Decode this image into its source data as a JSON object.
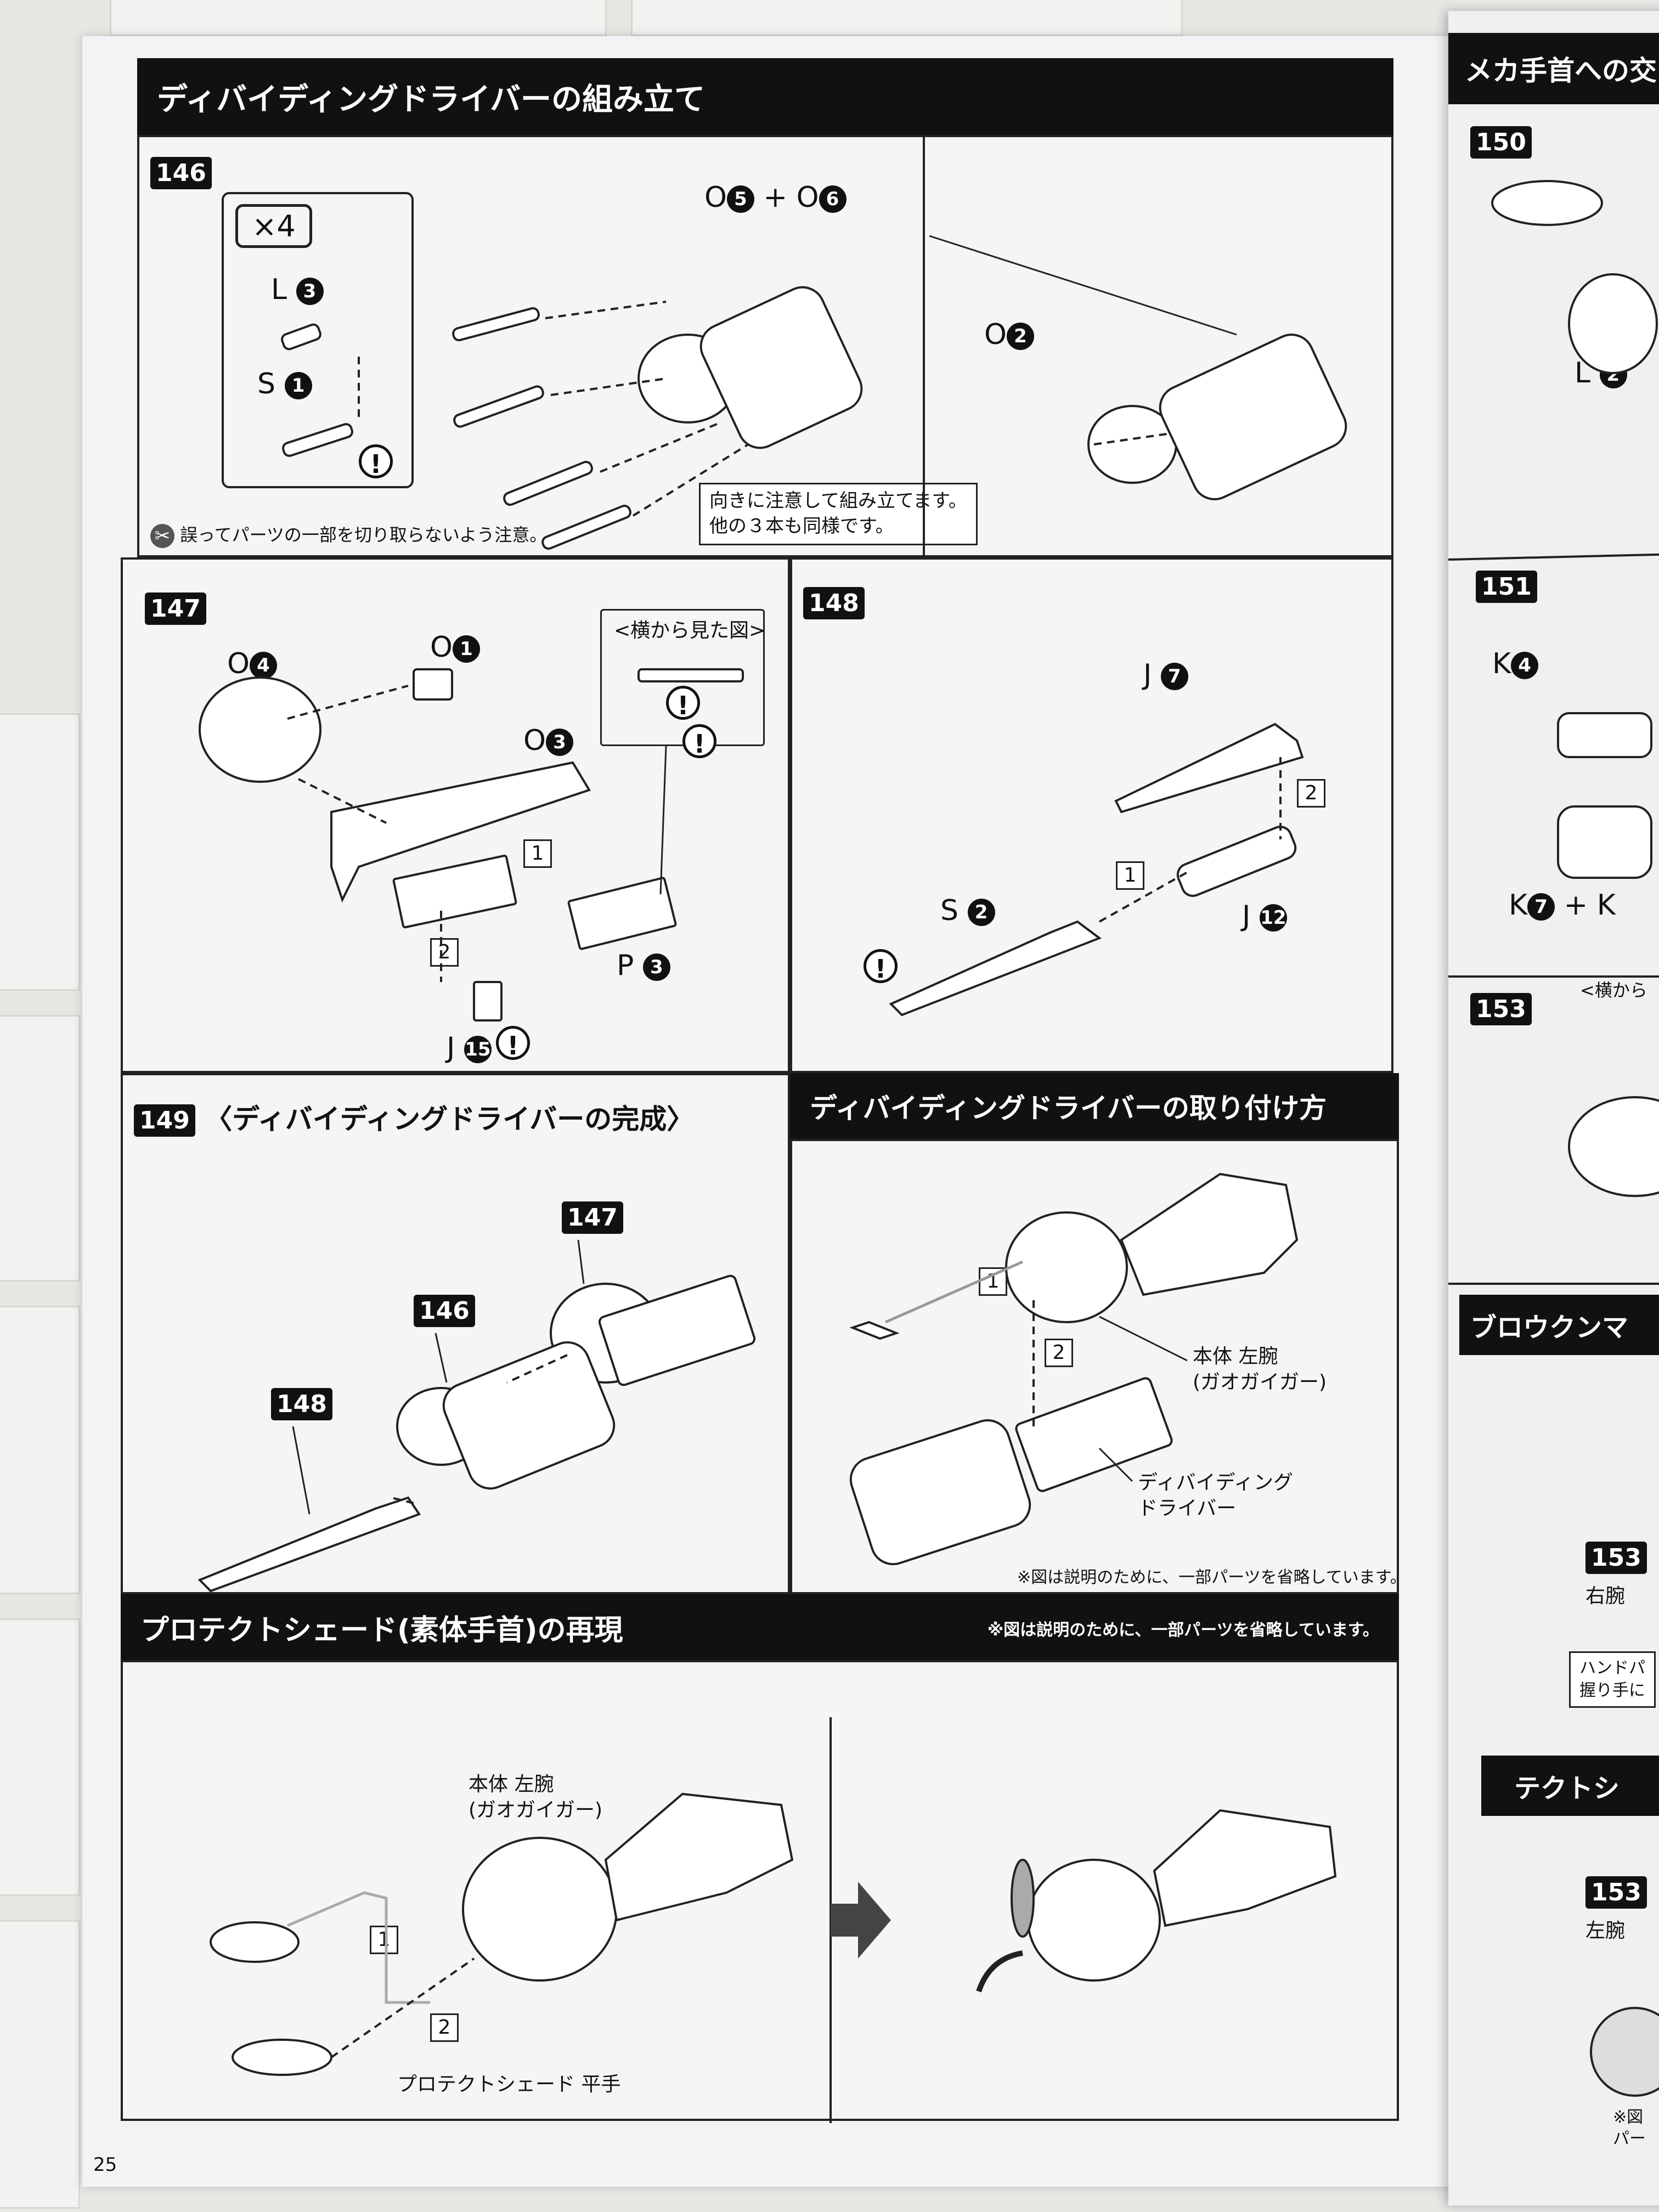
{
  "page_number": "25",
  "sections": {
    "assembly_title": "ディバイディングドライバーの組み立て",
    "attach_title": "ディバイディングドライバーの取り付け方",
    "protect_title": "プロテクトシェード(素体手首)の再現"
  },
  "step146": {
    "number": "146",
    "multiplier": "×4",
    "labels": {
      "L3": "L",
      "S1": "S",
      "O5": "O",
      "O6": "O",
      "O2": "O",
      "plus": "+"
    },
    "callout": "向きに注意して組み立てます。\n他の３本も同様です。",
    "legend": "誤ってパーツの一部を切り取らないよう注意。"
  },
  "step147": {
    "number": "147",
    "side_view": "<横から見た図>",
    "labels": {
      "O4": "O",
      "O1": "O",
      "O3": "O",
      "P3": "P",
      "J15": "J"
    }
  },
  "step148": {
    "number": "148",
    "labels": {
      "J7": "J",
      "S2": "S",
      "J12": "J"
    }
  },
  "step149": {
    "number": "149",
    "title": "〈ディバイディングドライバーの完成〉",
    "refs": [
      "147",
      "146",
      "148"
    ]
  },
  "attach": {
    "arm_label": "本体 左腕\n(ガオガイガー)",
    "driver_label": "ディバイディング\nドライバー",
    "note": "※図は説明のために、一部パーツを省略しています。"
  },
  "protect": {
    "note": "※図は説明のために、一部パーツを省略しています。",
    "arm_label": "本体 左腕\n(ガオガイガー)",
    "hand_label": "プロテクトシェード 平手"
  },
  "right_page": {
    "header1": "メカ手首への交",
    "step150": "150",
    "l2": "L",
    "step151": "151",
    "k4": "K",
    "k7": "K",
    "plus_k": "+ K",
    "step153": "153",
    "side_view": "<横から",
    "header2": "ブロウクンマ",
    "step153b": "153",
    "right_arm": "右腕",
    "hand_note": "ハンドパ\n握り手に",
    "header3": "テクトシ",
    "step153c": "153",
    "left_arm": "左腕",
    "note": "※図\nパー"
  },
  "circled": {
    "1": "1",
    "2": "2",
    "3": "3",
    "4": "4",
    "5": "5",
    "6": "6",
    "7": "7",
    "12": "12",
    "15": "15"
  },
  "order": {
    "one": "1",
    "two": "2"
  },
  "warn": "!"
}
